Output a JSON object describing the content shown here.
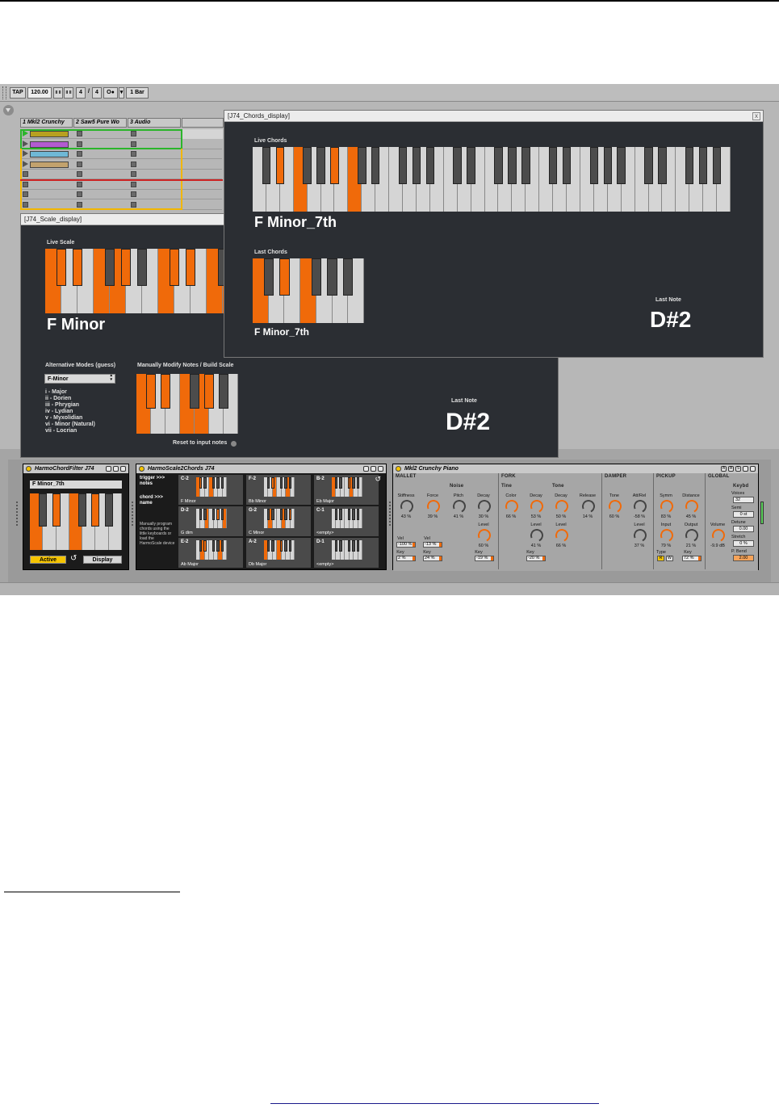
{
  "transport": {
    "tap": "TAP",
    "tempo": "120.00",
    "nudge_down": "II II",
    "nudge_up": "II II",
    "sig_num": "4",
    "sig_slash": "/",
    "sig_den": "4",
    "metronome": "O●",
    "menu_arrow": "▾",
    "quantize": "1 Bar"
  },
  "session": {
    "tracks": [
      "1 Mkl2 Crunchy",
      "2 Saw5 Pure Wo",
      "3 Audio"
    ],
    "clips": [
      {
        "color": "#b8a020",
        "playing": true
      },
      {
        "color": "#b35bd0",
        "playing": false
      },
      {
        "color": "#6fb8d6",
        "playing": false
      },
      {
        "color": "#c2a26d",
        "playing": false
      }
    ]
  },
  "scale_window": {
    "title": "[J74_Scale_display]",
    "live_scale_label": "Live Scale",
    "scale_name": "F Minor",
    "alt_modes_label": "Alternative Modes (guess)",
    "mode_selected": "F-Minor",
    "modes": [
      "i - Major",
      "ii - Dorien",
      "iii - Phrygian",
      "iv - Lydian",
      "v - Myxolidian",
      "vi - Minor (Natural)",
      "vii - Locrian"
    ],
    "modify_label": "Manually Modify Notes / Build Scale",
    "reset_label": "Reset to input notes",
    "last_note_label": "Last Note",
    "last_note": "D#2"
  },
  "chords_window": {
    "title": "[J74_Chords_display]",
    "close": "x",
    "live_chords_label": "Live Chords",
    "chord_name": "F Minor_7th",
    "last_chords_label": "Last Chords",
    "last_chord_name": "F Minor_7th",
    "last_note_label": "Last Note",
    "last_note": "D#2"
  },
  "harmo_filter": {
    "title": "HarmoChordFilter J74",
    "chord": "F Minor_7th",
    "active_label": "Active",
    "display_label": "Display"
  },
  "harmo_scale2chords": {
    "title": "HarmoScale2Chords J74",
    "trigger": "trigger >>> notes",
    "chord_name": "chord >>> name",
    "help": "Manually program chords using the little keyboards or load the HarmoScale device",
    "slots": [
      {
        "note": "C-2",
        "chord": "F Minor"
      },
      {
        "note": "F-2",
        "chord": "Bb Minor"
      },
      {
        "note": "B-2",
        "chord": "Eb Major"
      },
      {
        "note": "D-2",
        "chord": "G dim"
      },
      {
        "note": "G-2",
        "chord": "C Minor"
      },
      {
        "note": "C-1",
        "chord": "<empty>"
      },
      {
        "note": "E-2",
        "chord": "Ab Major"
      },
      {
        "note": "A-2",
        "chord": "Db Major"
      },
      {
        "note": "D-1",
        "chord": "<empty>"
      }
    ]
  },
  "instrument": {
    "title": "Mkl2 Crunchy Piano",
    "header_buttons": [
      "A",
      "A",
      "S"
    ],
    "sections": {
      "mallet": "MALLET",
      "noise": "Noise",
      "fork": "FORK",
      "tine": "Tine",
      "tone": "Tone",
      "damper": "DAMPER",
      "pickup": "PICKUP",
      "global": "GLOBAL",
      "keybd": "Keybd"
    },
    "mallet": {
      "stiffness": "Stiffness",
      "stiffness_val": "43 %",
      "force": "Force",
      "force_val": "39 %",
      "pitch": "Pitch",
      "pitch_val": "41 %",
      "decay": "Decay",
      "decay_val": "30 %",
      "level": "Level",
      "level_val": "60 %",
      "vel1": "Vel",
      "vel1_val": "-100 %",
      "vel2": "Vel",
      "vel2_val": "-13 %",
      "key1": "Key",
      "key1_val": "2 %",
      "key2": "Key",
      "key2_val": "24 %",
      "key3": "Key",
      "key3_val": "-19 %"
    },
    "fork": {
      "color": "Color",
      "color_val": "66 %",
      "decay1": "Decay",
      "decay1_val": "53 %",
      "decay2": "Decay",
      "decay2_val": "50 %",
      "release": "Release",
      "release_val": "14 %",
      "level1": "Level",
      "level1_val": "41 %",
      "level2": "Level",
      "level2_val": "66 %",
      "key": "Key",
      "key_val": "-20 %"
    },
    "damper": {
      "tone": "Tone",
      "tone_val": "60 %",
      "attrel": "Att/Rel",
      "attrel_val": "-58 %",
      "level": "Level",
      "level_val": "37 %"
    },
    "pickup": {
      "symm": "Symm",
      "symm_val": "83 %",
      "distance": "Distance",
      "distance_val": "45 %",
      "input": "Input",
      "input_val": "79 %",
      "output": "Output",
      "output_val": "21 %",
      "type": "Type",
      "type_r": "R",
      "type_w": "W",
      "key": "Key",
      "key_val": "72 %"
    },
    "global": {
      "volume": "Volume",
      "volume_val": "-9.9 dB",
      "voices": "Voices",
      "voices_val": "32",
      "semi": "Semi",
      "semi_val": "0 st",
      "detune": "Detune",
      "detune_val": "0.00",
      "stretch": "Stretch",
      "stretch_val": "0 %",
      "pbend": "P. Bend",
      "pbend_val": "2.00"
    }
  },
  "colors": {
    "accent": "#f06a0a",
    "panel": "#2b2e33",
    "active": "#f5c400"
  }
}
